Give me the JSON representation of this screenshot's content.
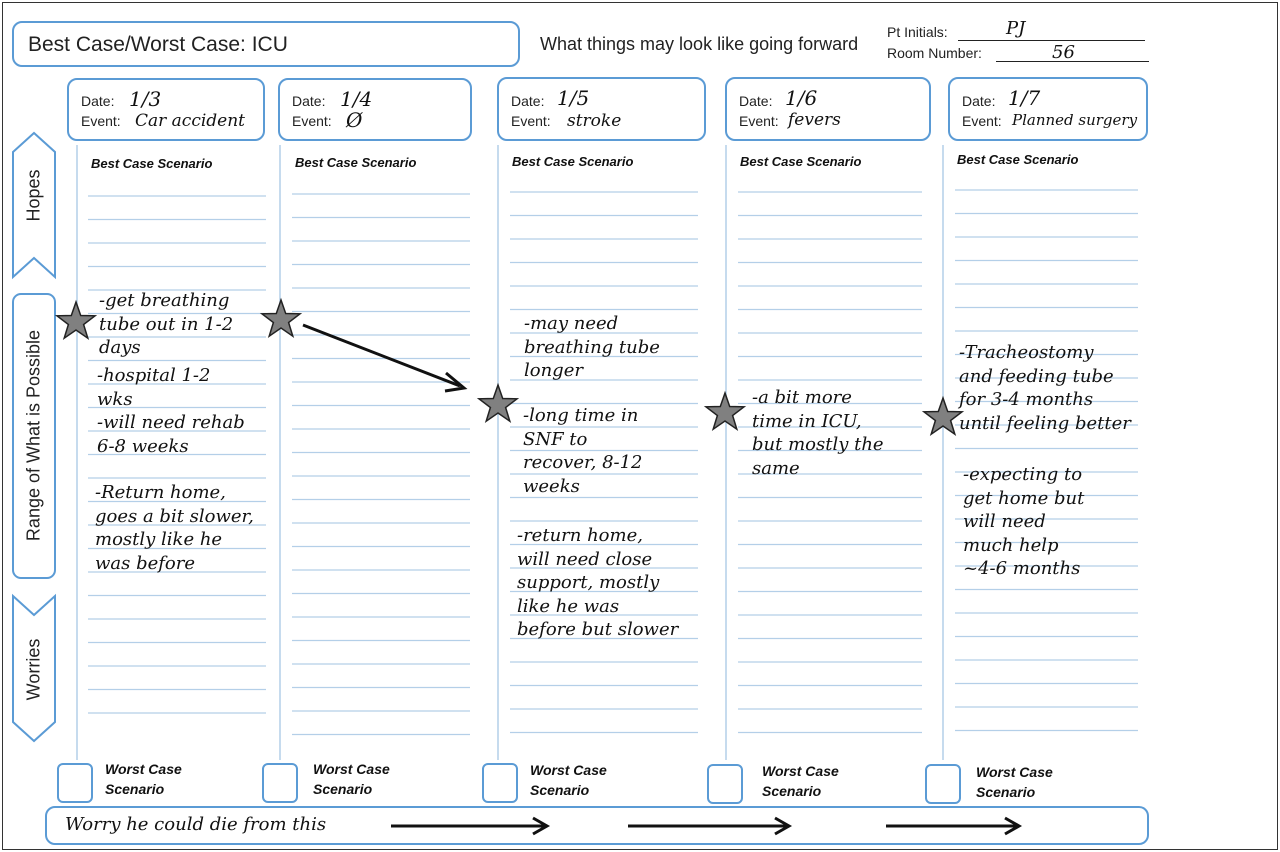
{
  "header": {
    "title": "Best Case/Worst Case: ICU",
    "subtitle": "What things may look like going forward",
    "pt_initials_label": "Pt Initials:",
    "pt_initials_value": "PJ",
    "room_label": "Room Number:",
    "room_value": "56"
  },
  "side": {
    "hopes": "Hopes",
    "range": "Range of What is Possible",
    "worries": "Worries"
  },
  "labels": {
    "date": "Date:",
    "event": "Event:",
    "best_case": "Best Case Scenario",
    "worst_case_line1": "Worst Case",
    "worst_case_line2": "Scenario"
  },
  "columns": [
    {
      "date": "1/3",
      "event": "Car accident",
      "notes": [
        "-get breathing\ntube out in 1-2\ndays",
        "-hospital 1-2\nwks",
        "-will need rehab\n6-8 weeks",
        "-Return home,\ngoes a bit slower,\nmostly like he\nwas before"
      ]
    },
    {
      "date": "1/4",
      "event": "Ø",
      "notes": []
    },
    {
      "date": "1/5",
      "event": "stroke",
      "notes": [
        "-may need\nbreathing tube\nlonger",
        "-long time in\nSNF to\nrecover, 8-12\nweeks",
        "-return home,\nwill need close\nsupport, mostly\nlike he was\nbefore but slower"
      ]
    },
    {
      "date": "1/6",
      "event": "fevers",
      "notes": [
        "-a bit more\ntime in ICU,\nbut mostly the\nsame"
      ]
    },
    {
      "date": "1/7",
      "event": "Planned surgery",
      "notes": [
        "-Tracheostomy\nand feeding tube\nfor 3-4 months\nuntil feeling better",
        "-expecting to\nget home but\nwill need\nmuch help\n~4-6 months"
      ]
    }
  ],
  "worries_note": "Worry he could die from this",
  "colors": {
    "accent": "#5b9bd5",
    "rule": "#b4cfe8",
    "star": "#808080"
  }
}
